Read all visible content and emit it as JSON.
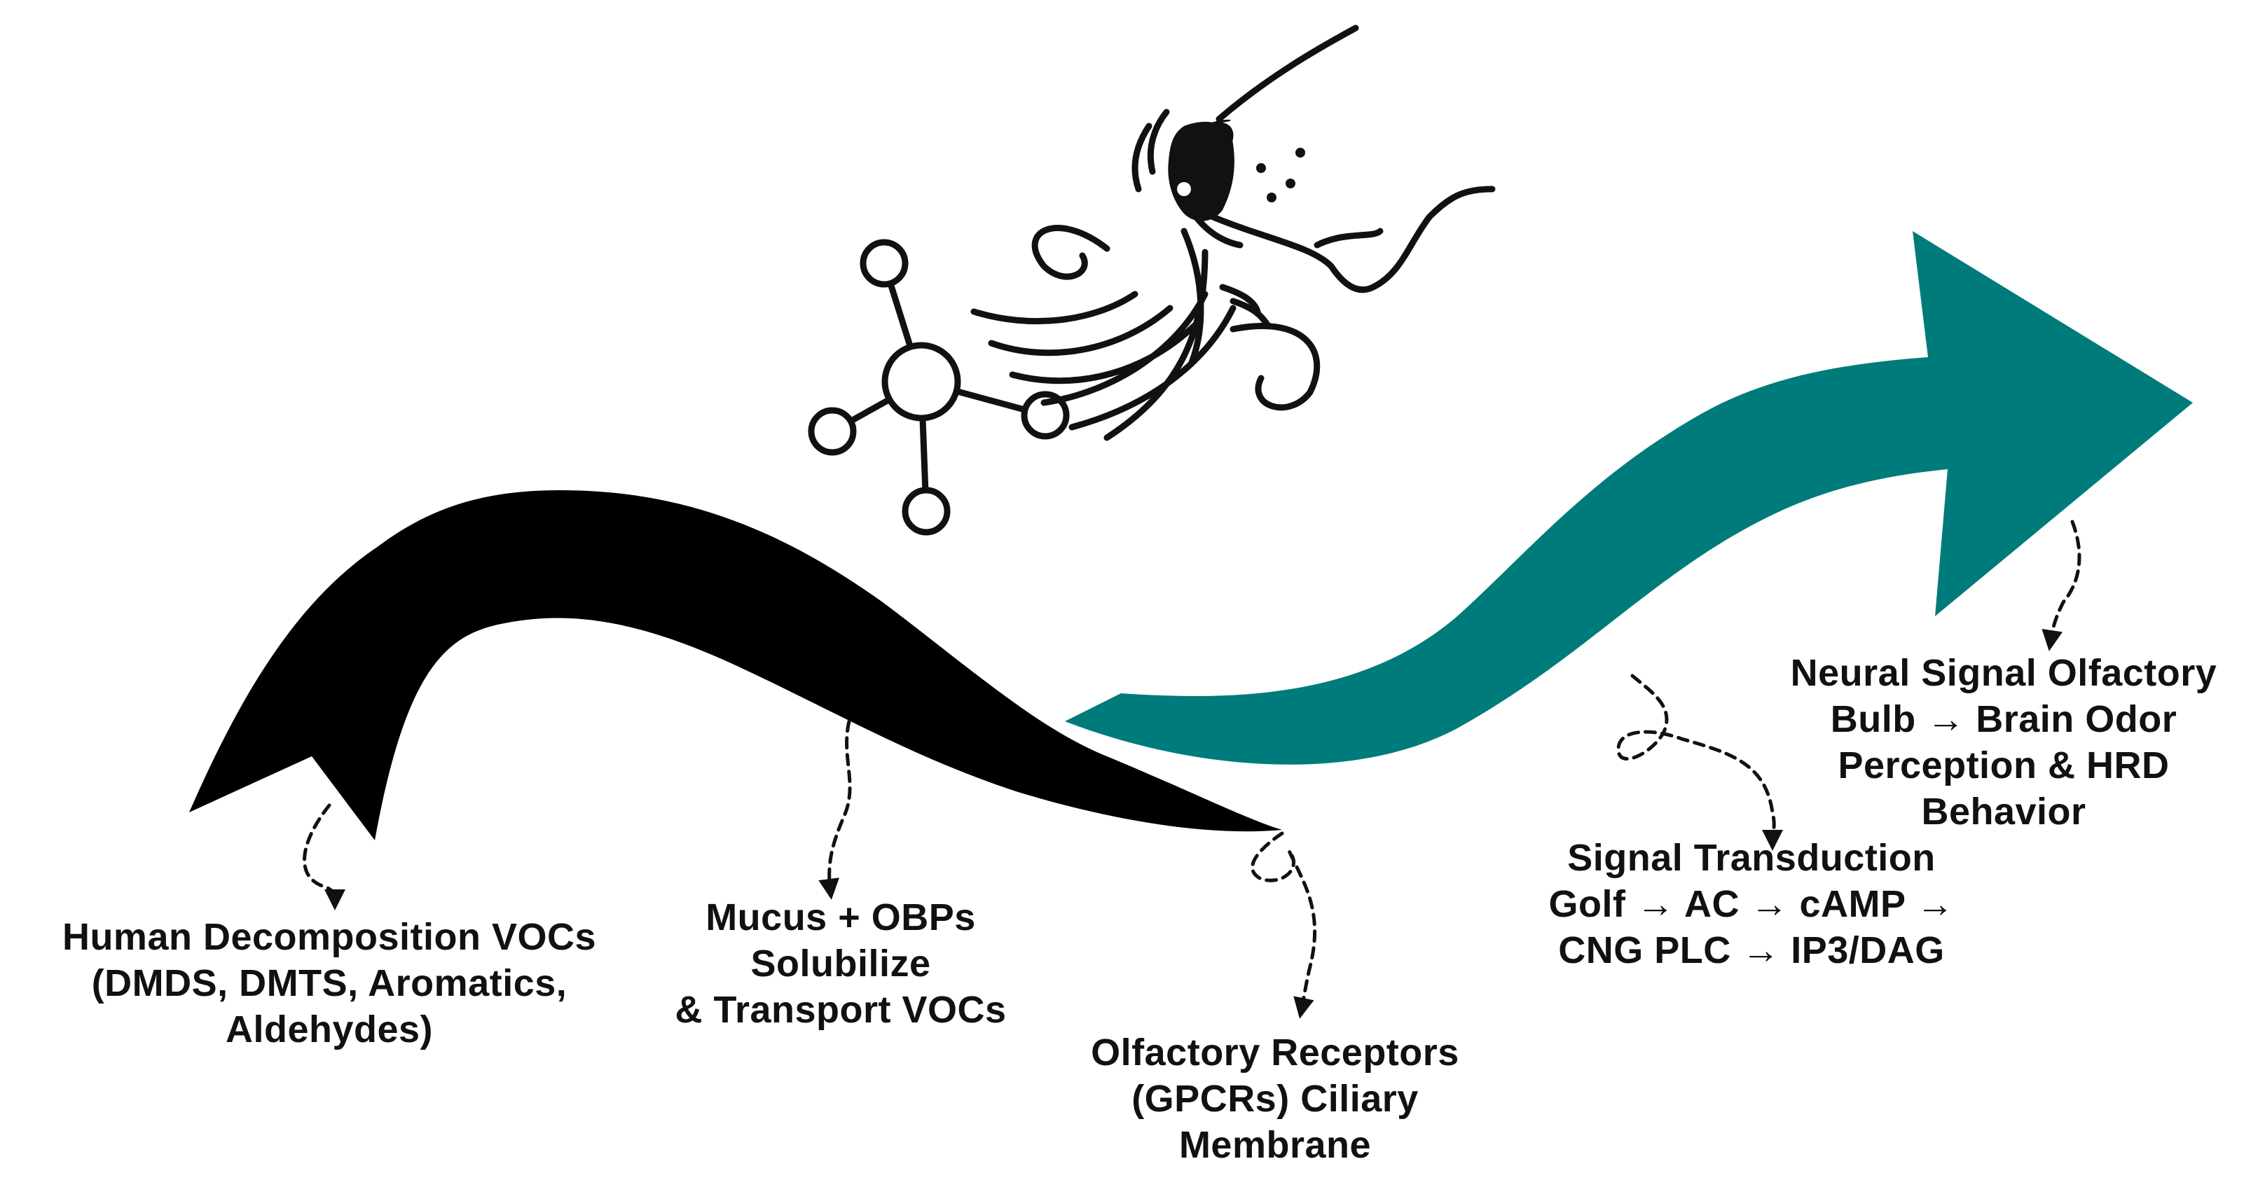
{
  "colors": {
    "black_arrow": "#000000",
    "teal_arrow": "#007B7B",
    "ink": "#111111",
    "background": "#FFFFFF"
  },
  "icons": [
    "molecule-icon",
    "dog-sniffing-icon",
    "scent-wave-icon"
  ],
  "steps": [
    {
      "id": "voc",
      "lines": [
        "Human Decomposition VOCs",
        "(DMDS, DMTS, Aromatics,",
        "Aldehydes)"
      ]
    },
    {
      "id": "mucus",
      "lines": [
        "Mucus + OBPs",
        "Solubilize",
        "& Transport VOCs"
      ]
    },
    {
      "id": "receptors",
      "lines": [
        "Olfactory Receptors",
        "(GPCRs) Ciliary",
        "Membrane"
      ]
    },
    {
      "id": "transduction",
      "lines": [
        "Signal Transduction",
        "Golf → AC → cAMP →",
        "CNG PLC → IP3/DAG"
      ]
    },
    {
      "id": "neural",
      "lines": [
        "Neural Signal Olfactory",
        "Bulb → Brain Odor",
        "Perception & HRD",
        "Behavior"
      ]
    }
  ]
}
